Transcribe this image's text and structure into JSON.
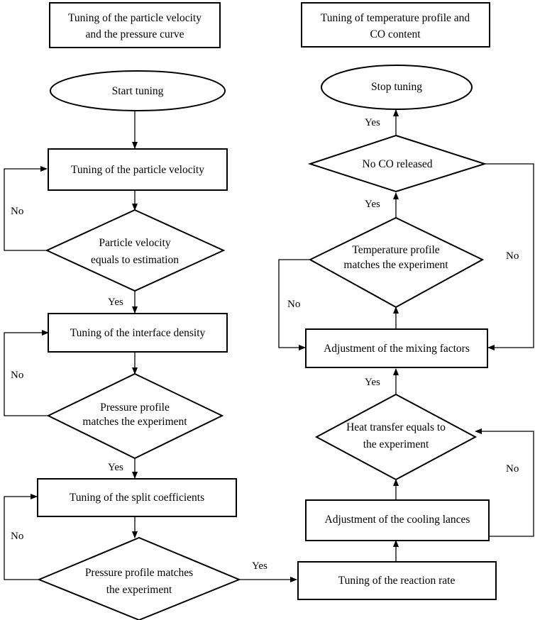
{
  "headers": {
    "left": [
      "Tuning of the particle velocity",
      "and the pressure curve"
    ],
    "right": [
      "Tuning of temperature profile and",
      "CO content"
    ]
  },
  "nodes": {
    "start": [
      "Start tuning"
    ],
    "tune_velocity": [
      "Tuning of the particle velocity"
    ],
    "velocity_check": [
      "Particle velocity",
      "equals to estimation"
    ],
    "tune_interface": [
      "Tuning of the interface density"
    ],
    "pressure_check_1": [
      "Pressure profile",
      "matches the experiment"
    ],
    "tune_split": [
      "Tuning of the split coefficients"
    ],
    "pressure_check_2": [
      "Pressure profile matches",
      "the experiment"
    ],
    "tune_reaction": [
      "Tuning of the reaction rate"
    ],
    "adjust_cooling": [
      "Adjustment of the cooling lances"
    ],
    "heat_check": [
      "Heat transfer equals to",
      "the experiment"
    ],
    "adjust_mixing": [
      "Adjustment of the mixing factors"
    ],
    "temp_check": [
      "Temperature profile",
      "matches the experiment"
    ],
    "co_check": [
      "No CO released"
    ],
    "stop": [
      "Stop tuning"
    ]
  },
  "labels": {
    "yes": "Yes",
    "no": "No"
  }
}
